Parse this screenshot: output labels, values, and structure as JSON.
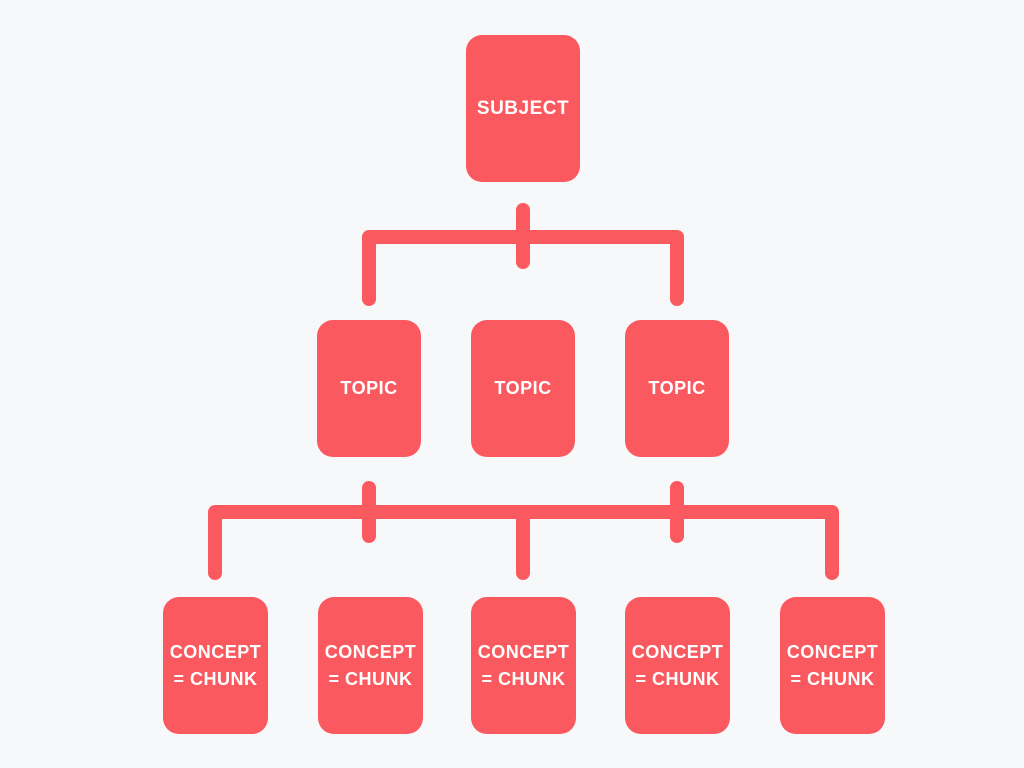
{
  "diagram": {
    "type": "hierarchy-tree",
    "levels": [
      "subject",
      "topics",
      "concepts"
    ],
    "nodes": {
      "subject": {
        "label": "SUBJECT"
      },
      "topics": [
        {
          "label": "TOPIC"
        },
        {
          "label": "TOPIC"
        },
        {
          "label": "TOPIC"
        }
      ],
      "concepts": [
        {
          "label": "CONCEPT\n= CHUNK"
        },
        {
          "label": "CONCEPT\n= CHUNK"
        },
        {
          "label": "CONCEPT\n= CHUNK"
        },
        {
          "label": "CONCEPT\n= CHUNK"
        },
        {
          "label": "CONCEPT\n= CHUNK"
        }
      ]
    },
    "colors": {
      "node_fill": "#FA5A5F",
      "connector": "#FA5A5F",
      "node_text": "#FFFFFF",
      "background": "#F7F8FA"
    }
  }
}
